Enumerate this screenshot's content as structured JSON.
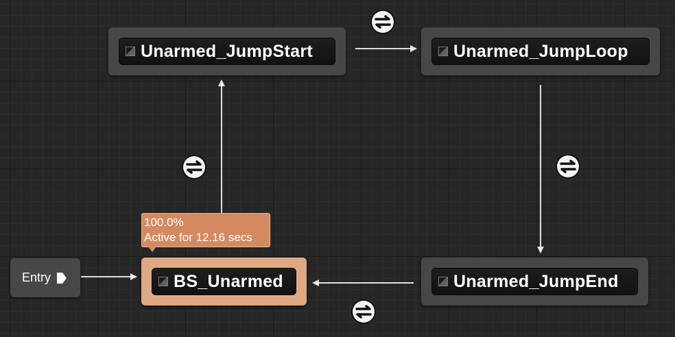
{
  "entry": {
    "label": "Entry"
  },
  "states": {
    "jump_start": {
      "label": "Unarmed_JumpStart"
    },
    "jump_loop": {
      "label": "Unarmed_JumpLoop"
    },
    "jump_end": {
      "label": "Unarmed_JumpEnd"
    },
    "bs_unarmed": {
      "label": "BS_Unarmed",
      "active": true
    }
  },
  "debug_tooltip": {
    "percent": "100.0%",
    "active_text": "Active for 12.16 secs"
  },
  "icons": {
    "transition": "transition-rule-icon",
    "state": "state-node-icon",
    "entry_pin": "exec-pin-icon"
  },
  "colors": {
    "background": "#262626",
    "node": "#474747",
    "active_node": "#dfa983",
    "tooltip": "#d48a61",
    "wire": "#e0e0e0"
  }
}
